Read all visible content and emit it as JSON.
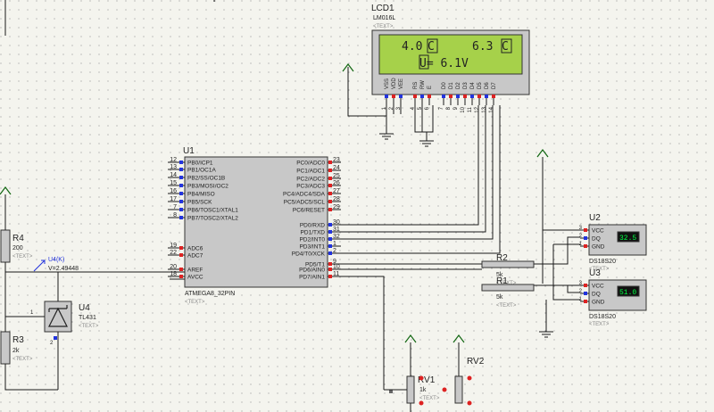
{
  "lcd": {
    "ref": "LCD1",
    "part": "LM016L",
    "text_tag": "<TEXT>",
    "line1_left": "4.0",
    "line1_left_unit": "C",
    "line1_right": "6.3",
    "line1_right_unit": "C",
    "line2": "U= 6.1V",
    "pin_names": [
      "VSS",
      "VDD",
      "VEE",
      "RS",
      "RW",
      "E",
      "D0",
      "D1",
      "D2",
      "D3",
      "D4",
      "D5",
      "D6",
      "D7"
    ],
    "pin_numbers": [
      "1",
      "2",
      "3",
      "4",
      "5",
      "6",
      "7",
      "8",
      "9",
      "10",
      "11",
      "12",
      "13",
      "14"
    ]
  },
  "mcu": {
    "ref": "U1",
    "part": "ATMEGA8_32PIN",
    "text_tag": "<TEXT>",
    "left_pins": [
      {
        "num": "12",
        "name": "PB0/ICP1"
      },
      {
        "num": "13",
        "name": "PB1/OC1A"
      },
      {
        "num": "14",
        "name": "PB2/SS/OC1B"
      },
      {
        "num": "15",
        "name": "PB3/MOSI/OC2"
      },
      {
        "num": "16",
        "name": "PB4/MISO"
      },
      {
        "num": "17",
        "name": "PB5/SCK"
      },
      {
        "num": "7",
        "name": "PB6/TOSC1/XTAL1"
      },
      {
        "num": "8",
        "name": "PB7/TOSC2/XTAL2"
      },
      {
        "num": "19",
        "name": "ADC6"
      },
      {
        "num": "22",
        "name": "ADC7"
      },
      {
        "num": "20",
        "name": "AREF"
      },
      {
        "num": "18",
        "name": "AVCC"
      }
    ],
    "right_pins": [
      {
        "num": "23",
        "name": "PC0/ADC0"
      },
      {
        "num": "24",
        "name": "PC1/ADC1"
      },
      {
        "num": "25",
        "name": "PC2/ADC2"
      },
      {
        "num": "26",
        "name": "PC3/ADC3"
      },
      {
        "num": "27",
        "name": "PC4/ADC4/SDA"
      },
      {
        "num": "28",
        "name": "PC5/ADC5/SCL"
      },
      {
        "num": "29",
        "name": "PC6/RESET"
      },
      {
        "num": "30",
        "name": "PD0/RXD"
      },
      {
        "num": "31",
        "name": "PD1/TXD"
      },
      {
        "num": "32",
        "name": "PD2/INT0"
      },
      {
        "num": "1",
        "name": "PD3/INT1"
      },
      {
        "num": "2",
        "name": "PD4/T0/XCK"
      },
      {
        "num": "9",
        "name": "PD5/T1"
      },
      {
        "num": "10",
        "name": "PD6/AIN0"
      },
      {
        "num": "11",
        "name": "PD7/AIN1"
      }
    ]
  },
  "r4": {
    "ref": "R4",
    "value": "200",
    "text_tag": "<TEXT>"
  },
  "r3": {
    "ref": "R3",
    "value": "2k",
    "text_tag": "<TEXT>"
  },
  "r2": {
    "ref": "R2",
    "value": "5k",
    "text_tag": "<TEXT>"
  },
  "r1": {
    "ref": "R1",
    "value": "5k",
    "text_tag": "<TEXT>"
  },
  "u4": {
    "ref": "U4",
    "part": "TL431",
    "text_tag": "<TEXT>",
    "probe_name": "U4(K)",
    "probe_value": "V=2.49448",
    "pin_a": "1",
    "pin_b": "2"
  },
  "u2": {
    "ref": "U2",
    "part": "DS18S20",
    "text_tag": "<TEXT>",
    "display": "32.5",
    "pins": [
      {
        "num": "3",
        "name": "VCC"
      },
      {
        "num": "2",
        "name": "DQ"
      },
      {
        "num": "1",
        "name": "GND"
      }
    ]
  },
  "u3": {
    "ref": "U3",
    "part": "DS18S20",
    "text_tag": "<TEXT>",
    "display": "51.0",
    "pins": [
      {
        "num": "3",
        "name": "VCC"
      },
      {
        "num": "2",
        "name": "DQ"
      },
      {
        "num": "1",
        "name": "GND"
      }
    ]
  },
  "rv1": {
    "ref": "RV1",
    "value": "1k",
    "text_tag": "<TEXT>"
  },
  "rv2": {
    "ref": "RV2"
  },
  "colors": {
    "background": "#f4f4ee",
    "wire": "#1a1a1a",
    "body": "#c8c8c8",
    "lcd_screen": "#a6d14a",
    "pin_blue": "#2233dd",
    "pin_red": "#dd2222",
    "power": "#116611",
    "text_tag": "#888888",
    "sensor_display": "#00ff44"
  }
}
